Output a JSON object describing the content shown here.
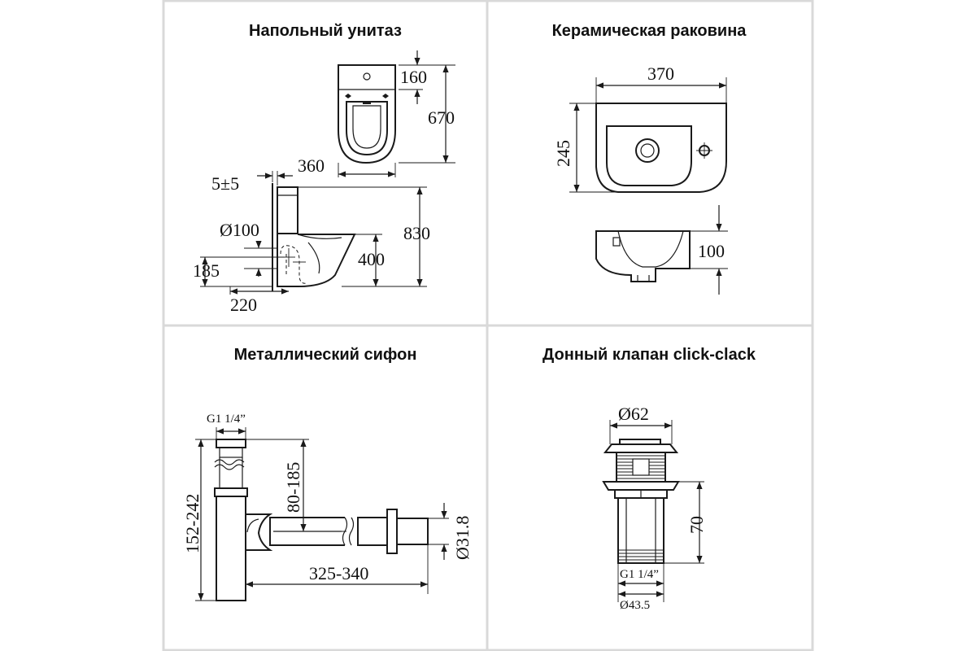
{
  "panels": {
    "toilet": {
      "title": "Напольный унитаз",
      "dims": {
        "d160": "160",
        "d670": "670",
        "d360": "360",
        "d5": "5±5",
        "d830": "830",
        "dia100": "Ø100",
        "d400": "400",
        "d185": "185",
        "d220": "220"
      }
    },
    "basin": {
      "title": "Керамическая раковина",
      "dims": {
        "d370": "370",
        "d245": "245",
        "d100": "100"
      }
    },
    "siphon": {
      "title": "Металлический сифон",
      "dims": {
        "thread": "G1 1/4”",
        "d80": "80-185",
        "d152": "152-242",
        "dia318": "Ø31.8",
        "d325": "325-340"
      }
    },
    "valve": {
      "title": "Донный клапан click-clack",
      "dims": {
        "dia62": "Ø62",
        "d70": "70",
        "thread": "G1 1/4”",
        "dia435": "Ø43.5"
      }
    }
  }
}
